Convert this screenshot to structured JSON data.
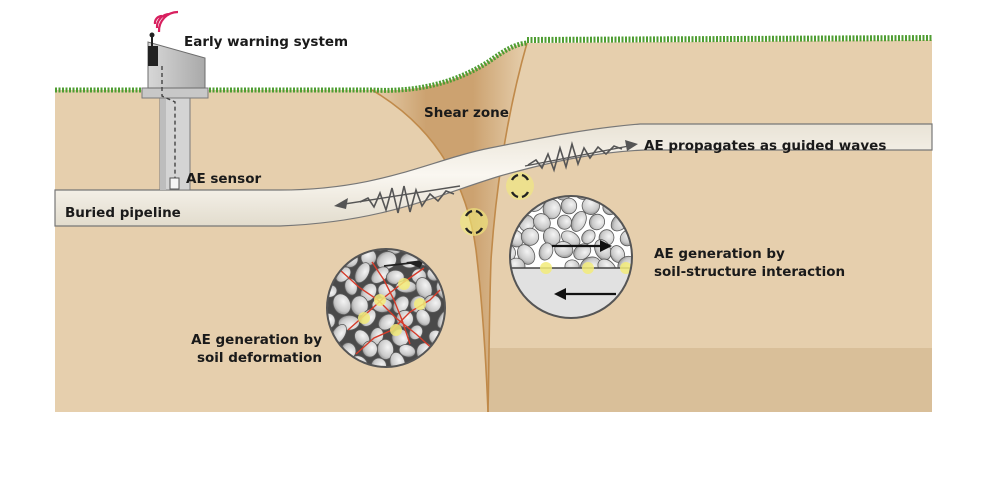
{
  "labels": {
    "early_warning": "Early warning system",
    "shear_zone": "Shear zone",
    "ae_sensor": "AE sensor",
    "buried_pipeline": "Buried pipeline",
    "ae_propagates": "AE propagates as guided waves",
    "ae_soil_structure_line1": "AE generation by",
    "ae_soil_structure_line2": "soil-structure interaction",
    "ae_soil_deformation_line1": "AE generation by",
    "ae_soil_deformation_line2": "soil deformation"
  },
  "colors": {
    "soil": "#e6cfad",
    "soil_dark": "#d8bb94",
    "shear_zone": "#cfa573",
    "pipe": "#f4efe4",
    "pipe_edge": "#6b6b6b",
    "grass": "#4f9d32",
    "wave": "#555555",
    "ae_glow": "#f2eb7a",
    "force_chain": "#d63b2a",
    "signal": "#d8205f"
  }
}
